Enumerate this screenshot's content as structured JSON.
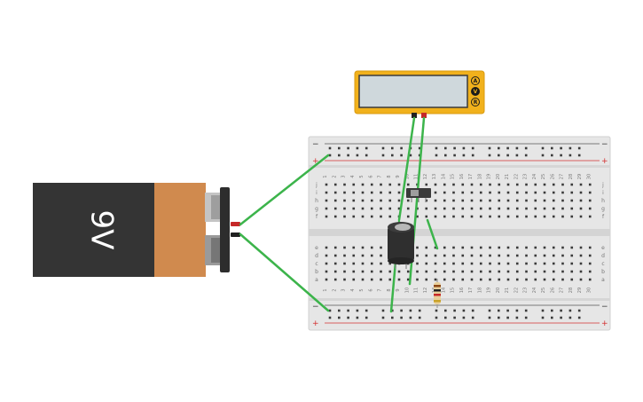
{
  "battery": {
    "label": "9V"
  },
  "multimeter": {
    "modes": [
      "A",
      "V",
      "R"
    ],
    "display": ""
  },
  "breadboard": {
    "columns": [
      "1",
      "2",
      "3",
      "4",
      "5",
      "6",
      "7",
      "8",
      "9",
      "10",
      "11",
      "12",
      "13",
      "14",
      "15",
      "16",
      "17",
      "18",
      "19",
      "20",
      "21",
      "22",
      "23",
      "24",
      "25",
      "26",
      "27",
      "28",
      "29",
      "30"
    ],
    "rows_top": [
      "j",
      "i",
      "h",
      "g",
      "f"
    ],
    "rows_bottom": [
      "e",
      "d",
      "c",
      "b",
      "a"
    ],
    "rail_minus": "−",
    "rail_plus": "+"
  },
  "colors": {
    "wire": "#3cb44b",
    "battery_body": "#343434",
    "battery_cap": "#d08a4e",
    "multimeter_body": "#f1b11c",
    "multimeter_screen": "#cfd8dc",
    "breadboard": "#e6e6e6",
    "rail_red": "#d32f2f",
    "hole": "#3a3a3a"
  },
  "components": [
    "battery-9v",
    "multimeter",
    "breadboard",
    "capacitor",
    "switch",
    "resistor"
  ]
}
